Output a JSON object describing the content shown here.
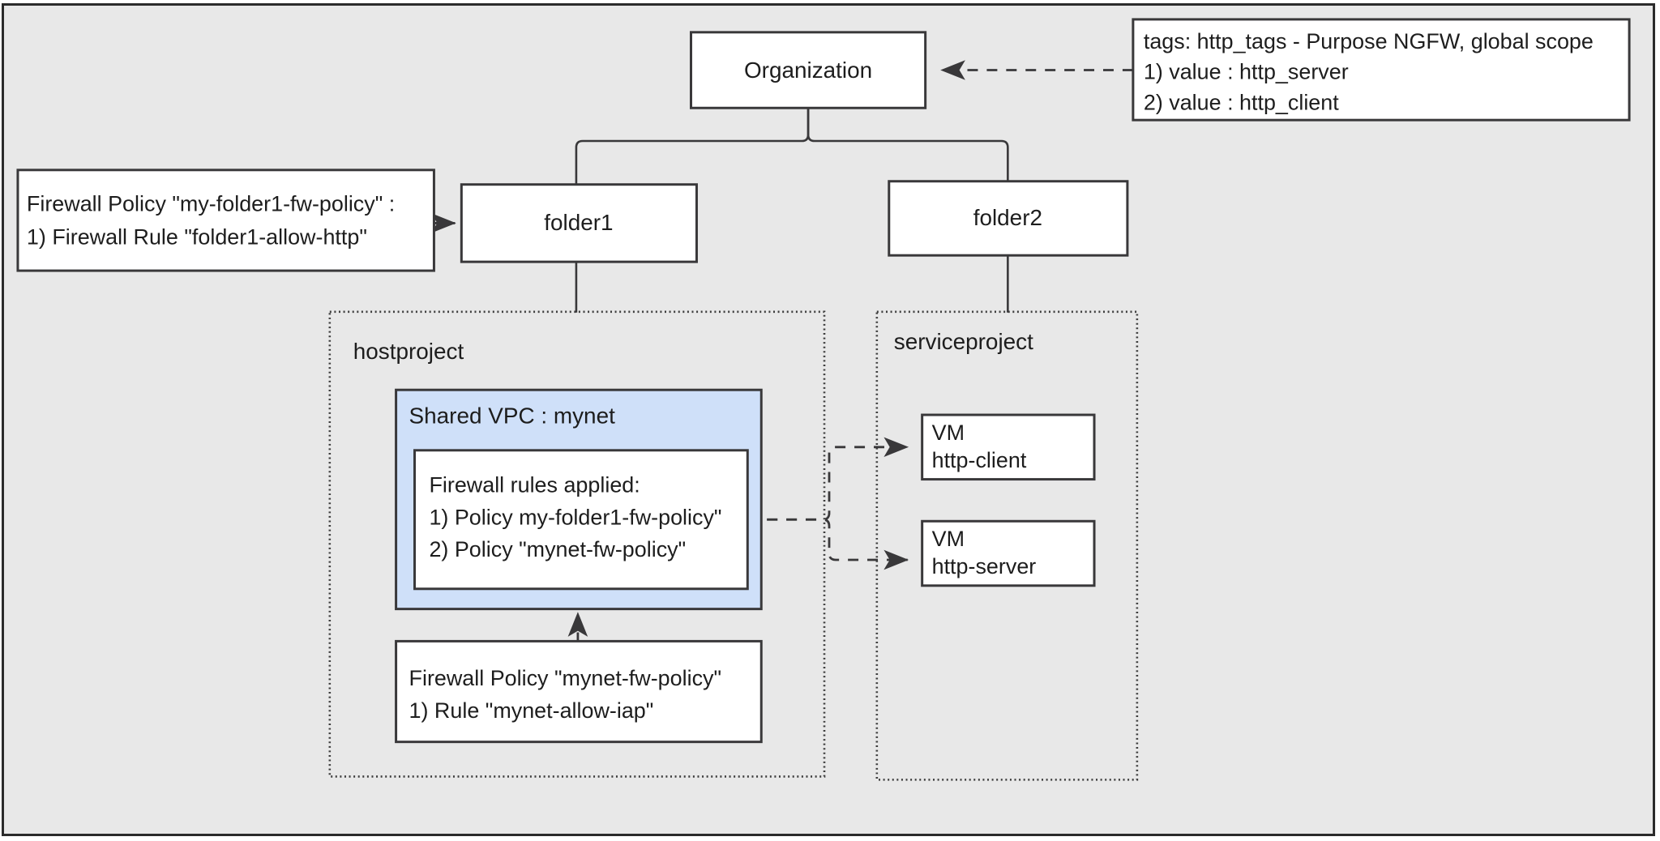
{
  "diagram": {
    "title": "GCP hierarchical firewall policy diagram",
    "background_color": "#e8e8e8",
    "vpc_fill_color": "#cfe0f9",
    "node_fill_color": "#ffffff",
    "stroke_color": "#39383a"
  },
  "nodes": {
    "organization": {
      "label": "Organization"
    },
    "folder1": {
      "label": "folder1"
    },
    "folder2": {
      "label": "folder2"
    },
    "hostproject": {
      "label": "hostproject"
    },
    "serviceproject": {
      "label": "serviceproject"
    },
    "shared_vpc": {
      "label": "Shared VPC : mynet"
    },
    "vm_http_client": {
      "line1": "VM",
      "line2": "http-client"
    },
    "vm_http_server": {
      "line1": "VM",
      "line2": "http-server"
    }
  },
  "notes": {
    "tags_note": {
      "line1": "tags: http_tags - Purpose NGFW, global scope",
      "line2": "1) value : http_server",
      "line3": "2) value : http_client"
    },
    "folder1_policy_note": {
      "line1": "Firewall Policy \"my-folder1-fw-policy\" :",
      "line2": "1) Firewall Rule \"folder1-allow-http\""
    },
    "rules_applied_note": {
      "line1": "Firewall rules applied:",
      "line2": "1) Policy my-folder1-fw-policy\"",
      "line3": "2) Policy \"mynet-fw-policy\""
    },
    "mynet_policy_note": {
      "line1": "Firewall Policy \"mynet-fw-policy\"",
      "line2": "1) Rule \"mynet-allow-iap\""
    }
  },
  "edges": [
    {
      "name": "organization-to-folder1",
      "style": "solid",
      "arrow": false
    },
    {
      "name": "organization-to-folder2",
      "style": "solid",
      "arrow": false
    },
    {
      "name": "folder1-to-hostproject",
      "style": "solid",
      "arrow": false
    },
    {
      "name": "folder2-to-serviceproject",
      "style": "solid",
      "arrow": false
    },
    {
      "name": "tags-note-to-organization",
      "style": "dashed",
      "arrow": true
    },
    {
      "name": "folder1-policy-note-to-folder1",
      "style": "dashed",
      "arrow": true
    },
    {
      "name": "mynet-policy-note-to-shared-vpc",
      "style": "dashed",
      "arrow": true
    },
    {
      "name": "rules-applied-to-vm-http-client",
      "style": "dashed",
      "arrow": true
    },
    {
      "name": "rules-applied-to-vm-http-server",
      "style": "dashed",
      "arrow": true
    }
  ]
}
